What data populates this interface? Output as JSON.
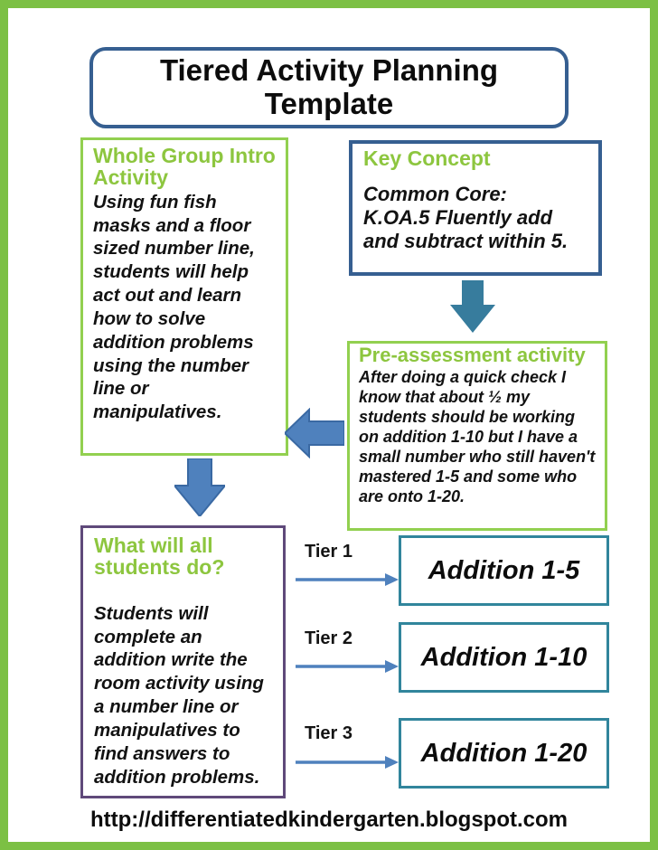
{
  "poster": {
    "title": "Tiered Activity Planning Template",
    "footer_url": "http://differentiatedkindergarten.blogspot.com"
  },
  "whole_group": {
    "heading": "Whole Group Intro Activity",
    "body": "Using fun fish masks and a floor sized number line, students will help act out and learn how to solve addition problems using the number line or manipulatives."
  },
  "key_concept": {
    "heading": "Key Concept",
    "body": "Common Core:\nK.OA.5 Fluently add and subtract within 5."
  },
  "pre_assessment": {
    "heading": "Pre-assessment activity",
    "body": "After doing a quick check I know that about ½ my students should be working on addition 1-10 but I have a small number who still haven't mastered 1-5 and some who are onto 1-20."
  },
  "all_students": {
    "heading": "What will all students do?",
    "body": "Students will complete an addition write the room activity using a number line or manipulatives to find answers to addition problems."
  },
  "tiers": [
    {
      "label": "Tier 1",
      "value": "Addition 1-5"
    },
    {
      "label": "Tier 2",
      "value": "Addition 1-10"
    },
    {
      "label": "Tier 3",
      "value": "Addition 1-20"
    }
  ],
  "colors": {
    "frame_green": "#7cc044",
    "box_border_green": "#92d050",
    "heading_green": "#8dc63f",
    "navy_blue": "#365f91",
    "teal_border": "#31859c",
    "purple_border": "#5f497a",
    "steel_blue_arrow": "#4f81bd",
    "teal_arrow": "#377c9d",
    "text": "#0c0c0c"
  }
}
